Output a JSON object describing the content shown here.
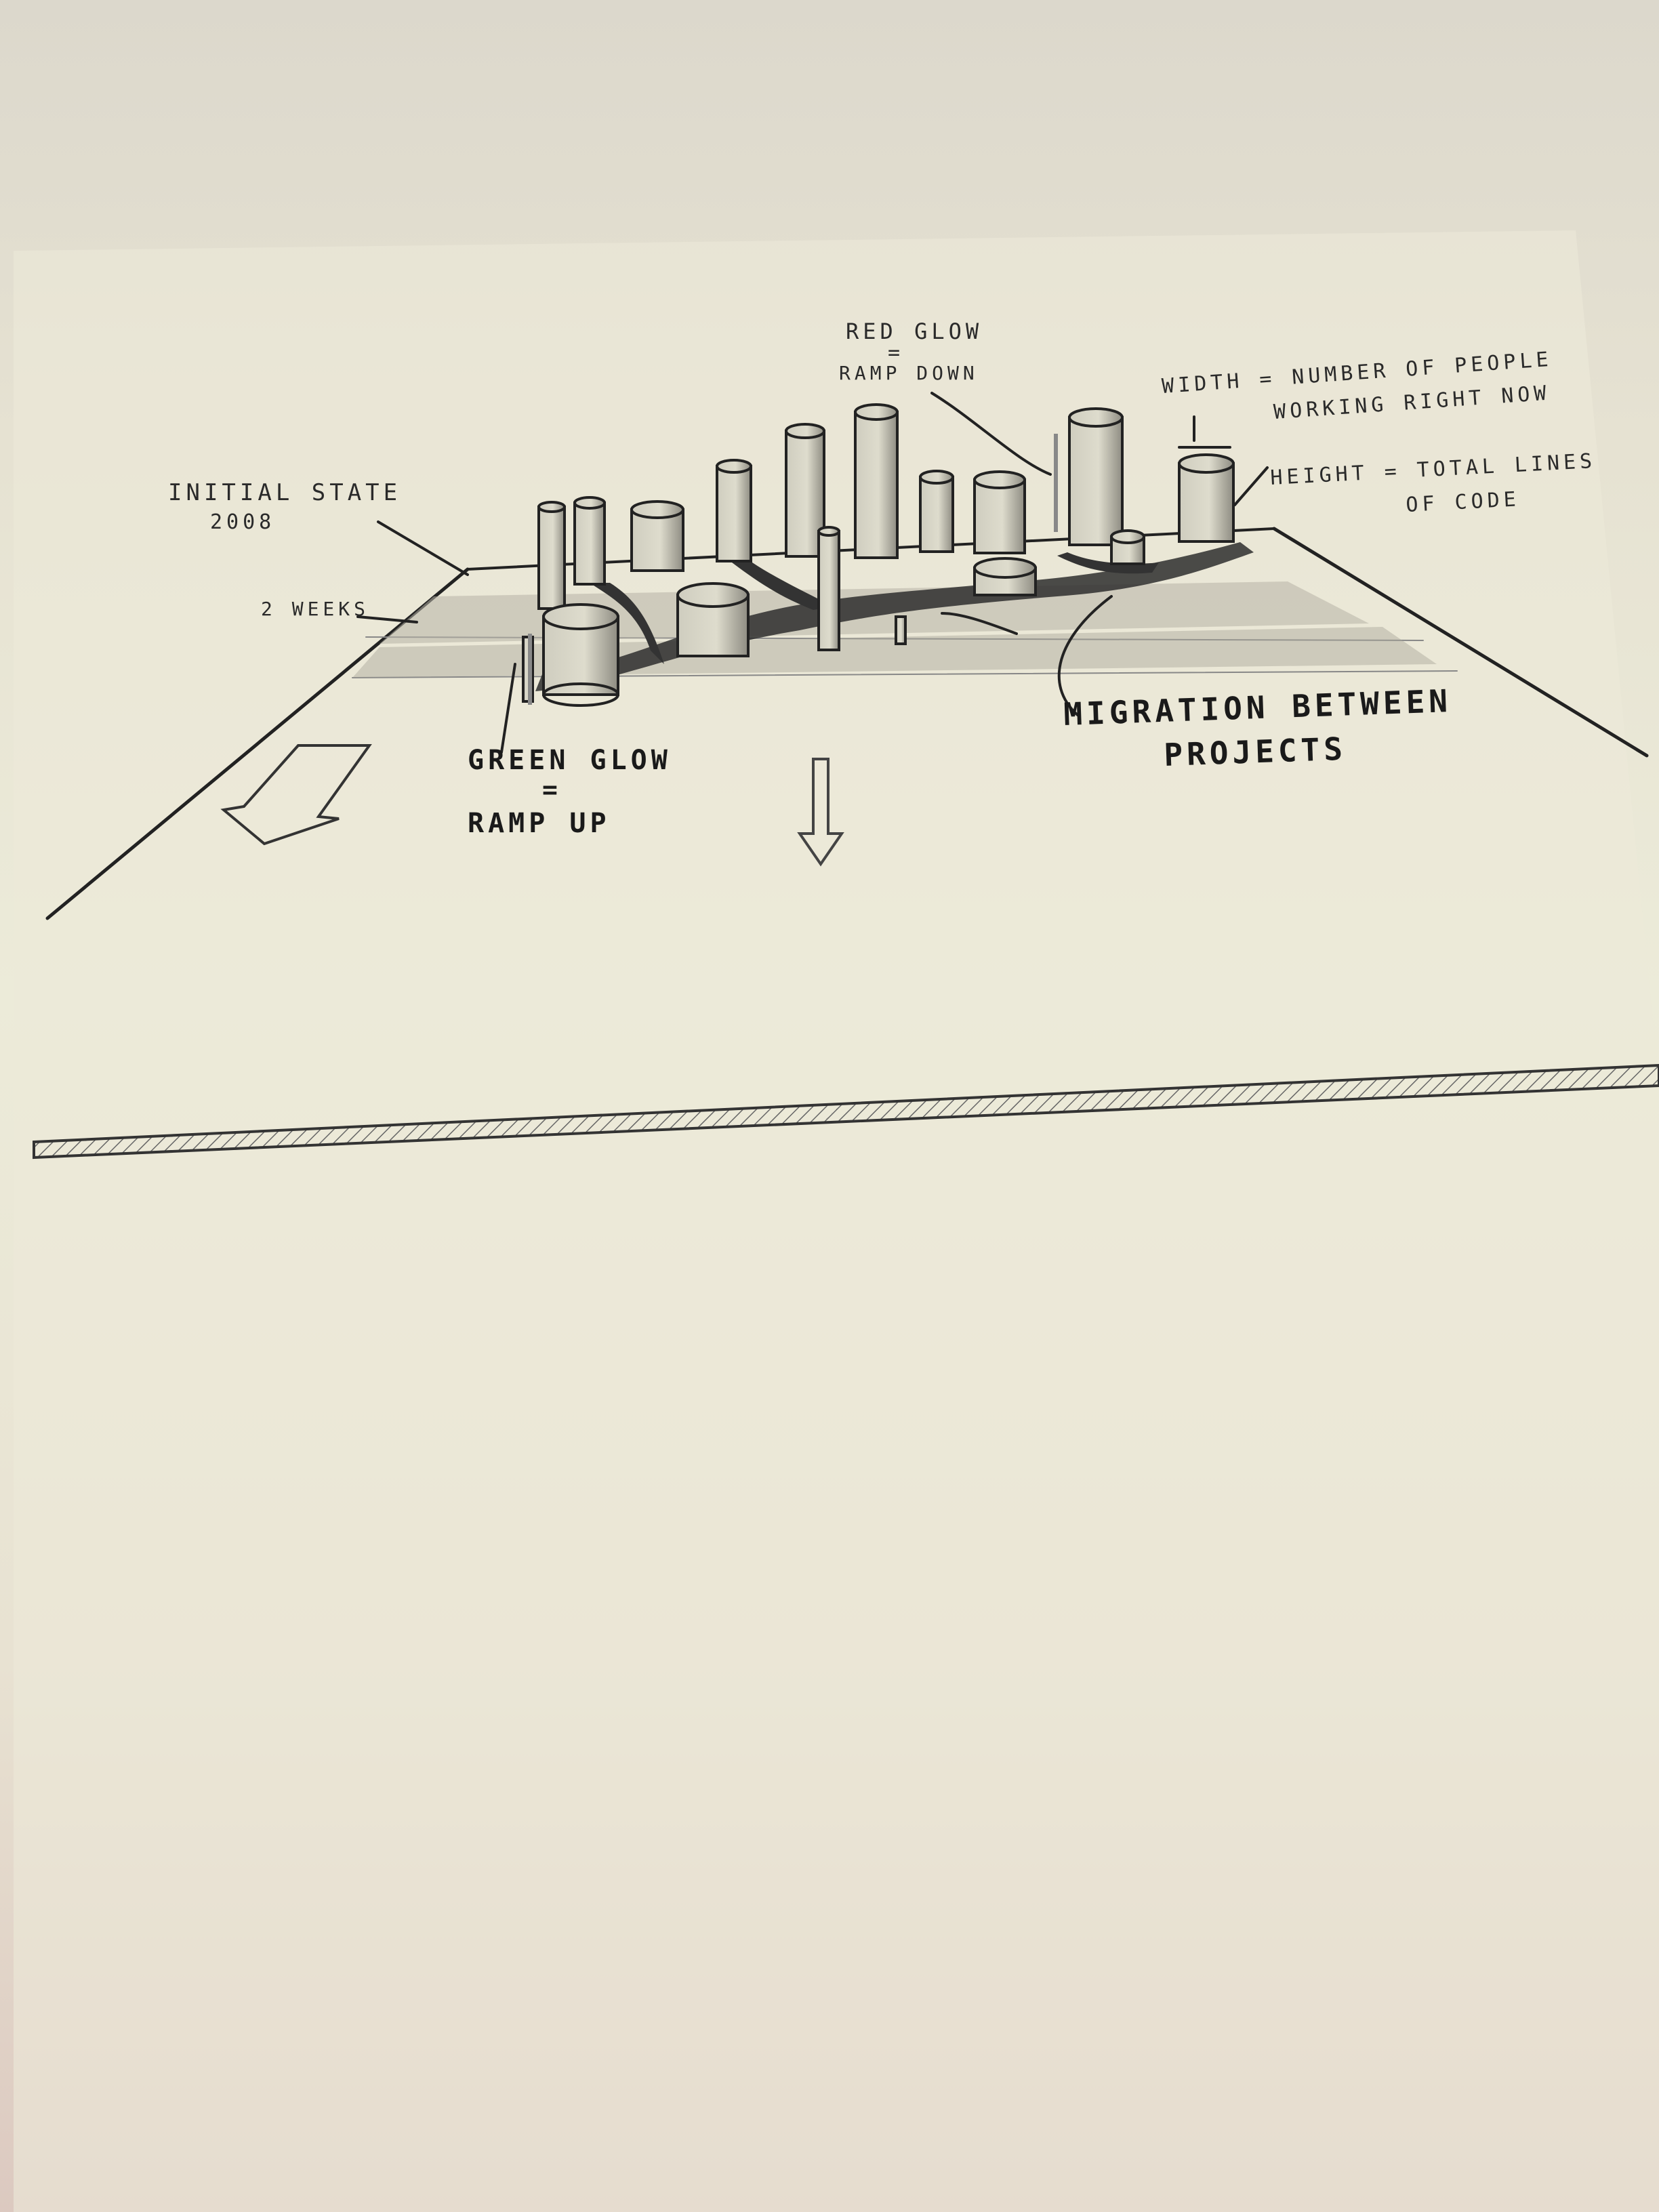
{
  "labels": {
    "initial_state_line1": "INITIAL STATE",
    "initial_state_line2": "2008",
    "two_weeks": "2 WEEKS",
    "red_glow_line1": "RED GLOW",
    "red_glow_eq": "=",
    "red_glow_line2": "RAMP DOWN",
    "width_line1": "WIDTH = NUMBER OF PEOPLE",
    "width_line2": "WORKING RIGHT NOW",
    "height_line1": "HEIGHT = TOTAL LINES",
    "height_line2": "OF CODE",
    "migration_line1": "MIGRATION BETWEEN",
    "migration_line2": "PROJECTS",
    "green_glow_line1": "GREEN GLOW",
    "green_glow_eq": "=",
    "green_glow_line2": "RAMP UP"
  },
  "colors": {
    "paper": "#ecebd9",
    "ink": "#222222",
    "shade": "#9a9a90"
  }
}
